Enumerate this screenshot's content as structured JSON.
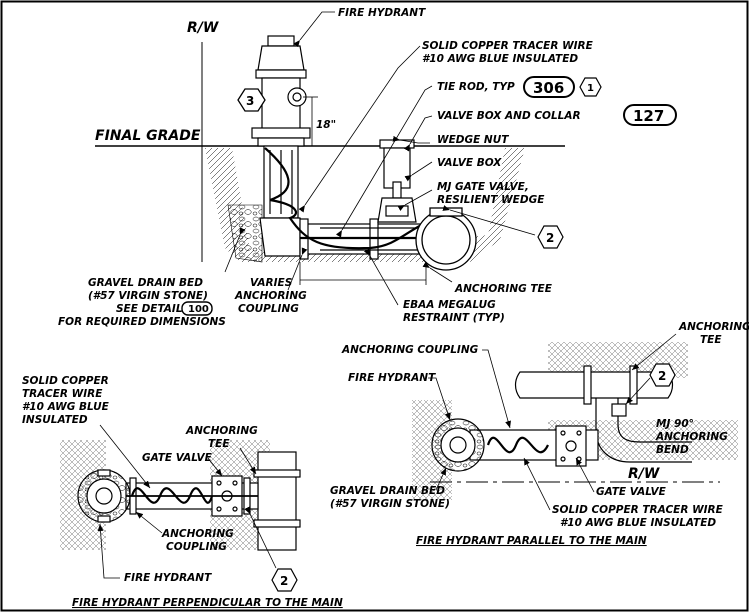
{
  "labels": {
    "rw_top": "R/W",
    "fire_hydrant_top": "FIRE HYDRANT",
    "tracer_wire_top_1": "SOLID COPPER TRACER WIRE",
    "tracer_wire_top_2": "#10 AWG BLUE INSULATED",
    "tie_rod": "TIE ROD, TYP",
    "tie_rod_ref": "306",
    "tie_rod_note": "1",
    "valve_box_collar": "VALVE BOX AND COLLAR",
    "valve_box_collar_ref": "127",
    "wedge_nut": "WEDGE NUT",
    "valve_box": "VALVE BOX",
    "mj_gate_valve_1": "MJ GATE VALVE,",
    "mj_gate_valve_2": "RESILIENT WEDGE",
    "final_grade": "FINAL GRADE",
    "dim_18": "18\"",
    "note_3": "3",
    "note_2_top": "2",
    "gravel_1": "GRAVEL DRAIN BED",
    "gravel_2": "(#57 VIRGIN STONE)",
    "gravel_3": "SEE DETAIL",
    "gravel_ref": "100",
    "gravel_4": "FOR REQUIRED DIMENSIONS",
    "varies": "VARIES",
    "anchoring_coupling_top_1": "ANCHORING",
    "anchoring_coupling_top_2": "COUPLING",
    "anchoring_tee_top": "ANCHORING TEE",
    "megalug_1": "EBAA MEGALUG",
    "megalug_2": "RESTRAINT (TYP)",
    "bl_wire_1": "SOLID COPPER",
    "bl_wire_2": "TRACER WIRE",
    "bl_wire_3": "#10 AWG BLUE",
    "bl_wire_4": "INSULATED",
    "bl_tee_1": "ANCHORING",
    "bl_tee_2": "TEE",
    "bl_gate_valve": "GATE VALVE",
    "bl_coupling_1": "ANCHORING",
    "bl_coupling_2": "COUPLING",
    "bl_hydrant": "FIRE HYDRANT",
    "bl_note_2": "2",
    "bl_title": "FIRE HYDRANT PERPENDICULAR TO THE MAIN",
    "br_coupling": "ANCHORING COUPLING",
    "br_tee_1": "ANCHORING",
    "br_tee_2": "TEE",
    "br_hydrant": "FIRE HYDRANT",
    "br_note_2": "2",
    "br_bend_1": "MJ 90°",
    "br_bend_2": "ANCHORING",
    "br_bend_3": "BEND",
    "br_rw": "R/W",
    "br_gate_valve": "GATE VALVE",
    "br_gravel_1": "GRAVEL DRAIN BED",
    "br_gravel_2": "(#57 VIRGIN STONE)",
    "br_wire_1": "SOLID COPPER TRACER WIRE",
    "br_wire_2": "#10 AWG BLUE INSULATED",
    "br_title": "FIRE HYDRANT PARALLEL TO THE MAIN"
  }
}
